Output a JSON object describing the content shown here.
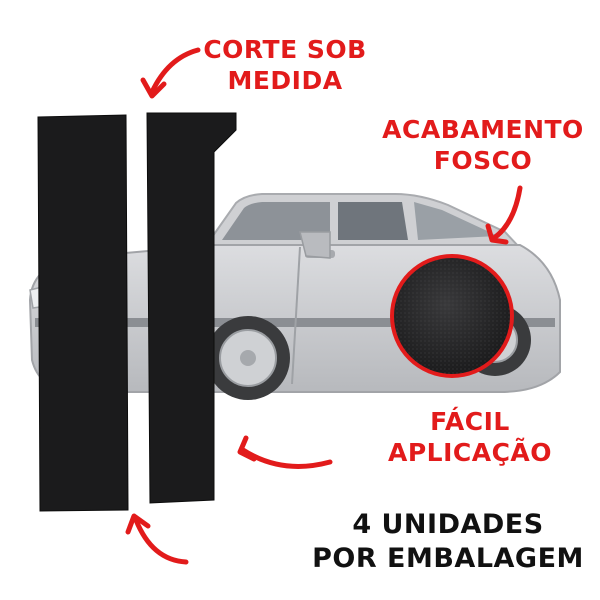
{
  "colors": {
    "accent": "#e21b1b",
    "text_dark": "#111111",
    "strip": "#1b1b1c",
    "car_body": "#c9cacc"
  },
  "product": {
    "strip_count_shown": 2
  },
  "callouts": {
    "custom_cut": {
      "line1": "CORTE SOB",
      "line2": "MEDIDA"
    },
    "matte_finish": {
      "line1": "ACABAMENTO",
      "line2": "FOSCO"
    },
    "easy_apply": {
      "line1": "FÁCIL",
      "line2": "APLICAÇÃO"
    },
    "package": {
      "line1": "4 UNIDADES",
      "line2": "POR EMBALAGEM"
    }
  },
  "icons": [
    "curved-arrow-icon",
    "texture-zoom-icon"
  ]
}
